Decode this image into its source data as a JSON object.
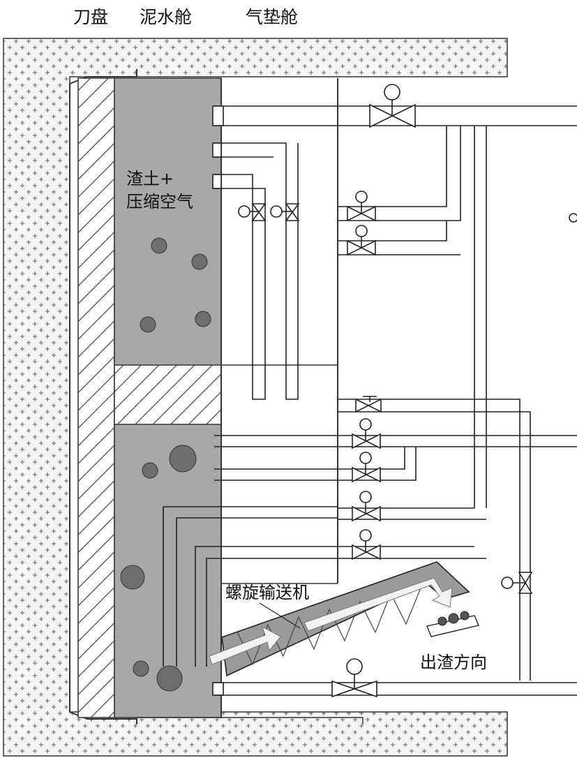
{
  "labels": {
    "cutterhead": "刀盘",
    "slurry_chamber": "泥水舱",
    "air_chamber": "气垫舱",
    "muck_air": "渣土+",
    "muck_air_2": "压缩空气",
    "screw_conveyor": "螺旋输送机",
    "discharge_direction": "出渣方向"
  },
  "colors": {
    "stipple_bg": "#f4f4f4",
    "slurry": "#a8a8a8",
    "particle": "#6e6e6e",
    "line": "#222222"
  },
  "icons": [
    "valve-icon",
    "gauge-icon",
    "bubble-icon",
    "arrow-icon",
    "screw-conveyor-icon"
  ]
}
